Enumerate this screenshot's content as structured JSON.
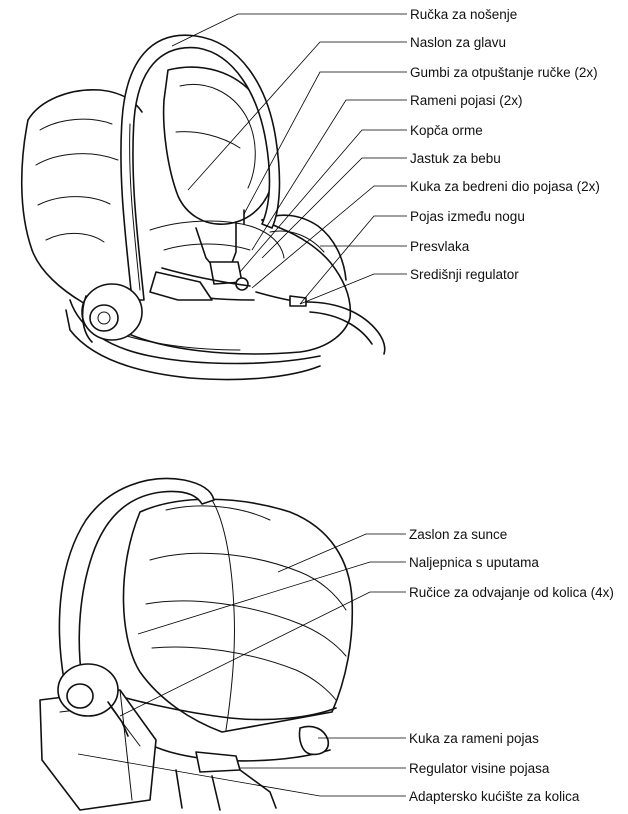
{
  "diagram_top": {
    "labels": [
      {
        "id": "carry-handle",
        "text": "Ručka za nošenje"
      },
      {
        "id": "headrest",
        "text": "Naslon za glavu"
      },
      {
        "id": "handle-release-buttons",
        "text": "Gumbi za otpuštanje ručke (2x)"
      },
      {
        "id": "shoulder-straps",
        "text": "Rameni pojasi (2x)"
      },
      {
        "id": "harness-buckle",
        "text": "Kopča orme"
      },
      {
        "id": "baby-cushion",
        "text": "Jastuk za bebu"
      },
      {
        "id": "lap-belt-hook",
        "text": "Kuka za bedreni dio pojasa (2x)"
      },
      {
        "id": "crotch-strap",
        "text": "Pojas između nogu"
      },
      {
        "id": "cover",
        "text": "Presvlaka"
      },
      {
        "id": "central-adjuster",
        "text": "Središnji regulator"
      }
    ]
  },
  "diagram_bottom": {
    "labels": [
      {
        "id": "sun-canopy",
        "text": "Zaslon za sunce"
      },
      {
        "id": "instruction-sticker",
        "text": "Naljepnica s uputama"
      },
      {
        "id": "stroller-release-handles",
        "text": "Ručice za odvajanje od kolica (4x)"
      },
      {
        "id": "shoulder-belt-hook",
        "text": "Kuka za rameni pojas"
      },
      {
        "id": "belt-height-adjuster",
        "text": "Regulator visine pojasa"
      },
      {
        "id": "stroller-adapter-housing",
        "text": "Adaptersko kućište za kolica"
      }
    ]
  }
}
